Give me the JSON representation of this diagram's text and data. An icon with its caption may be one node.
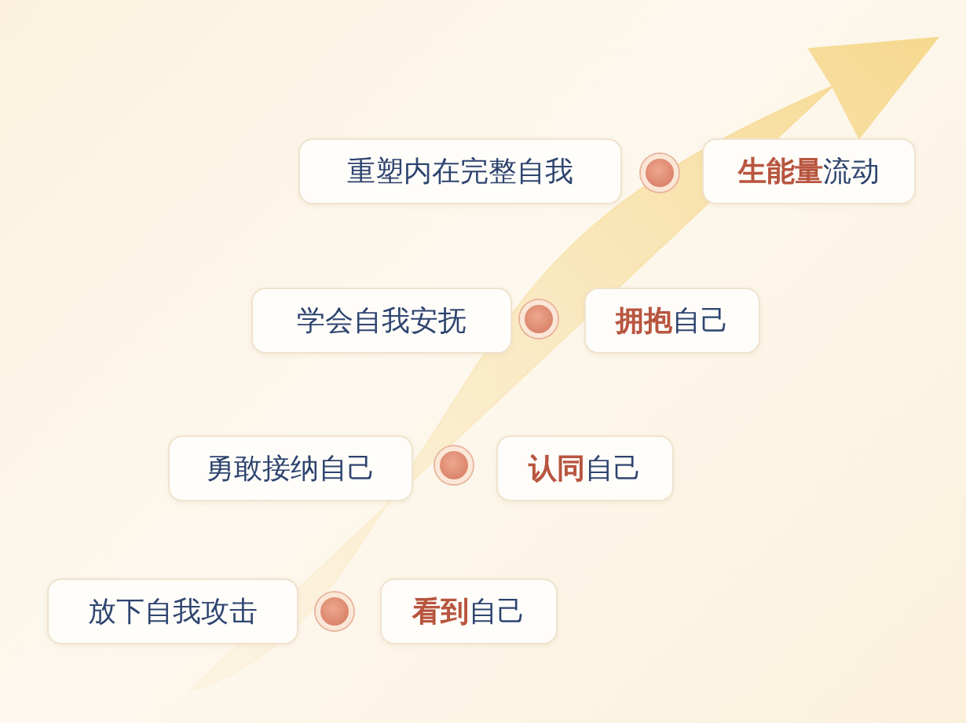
{
  "diagram": {
    "nodes": [
      {
        "text": [
          "重塑内在完整自我"
        ]
      },
      {
        "text": [],
        "shape": "circle"
      },
      {
        "text": [
          "**生能量**流动"
        ]
      },
      {
        "text": [
          "学会自我安抚"
        ]
      },
      {
        "text": [],
        "shape": "circle"
      },
      {
        "text": [
          "**拥抱**自己"
        ]
      },
      {
        "text": [
          "勇敢接纳自己"
        ]
      },
      {
        "text": [],
        "shape": "circle"
      },
      {
        "text": [
          "**认同**自己"
        ]
      },
      {
        "text": [
          "放下自我攻击"
        ]
      },
      {
        "text": [],
        "shape": "circle"
      },
      {
        "text": [
          "**看到**自己"
        ]
      }
    ]
  }
}
